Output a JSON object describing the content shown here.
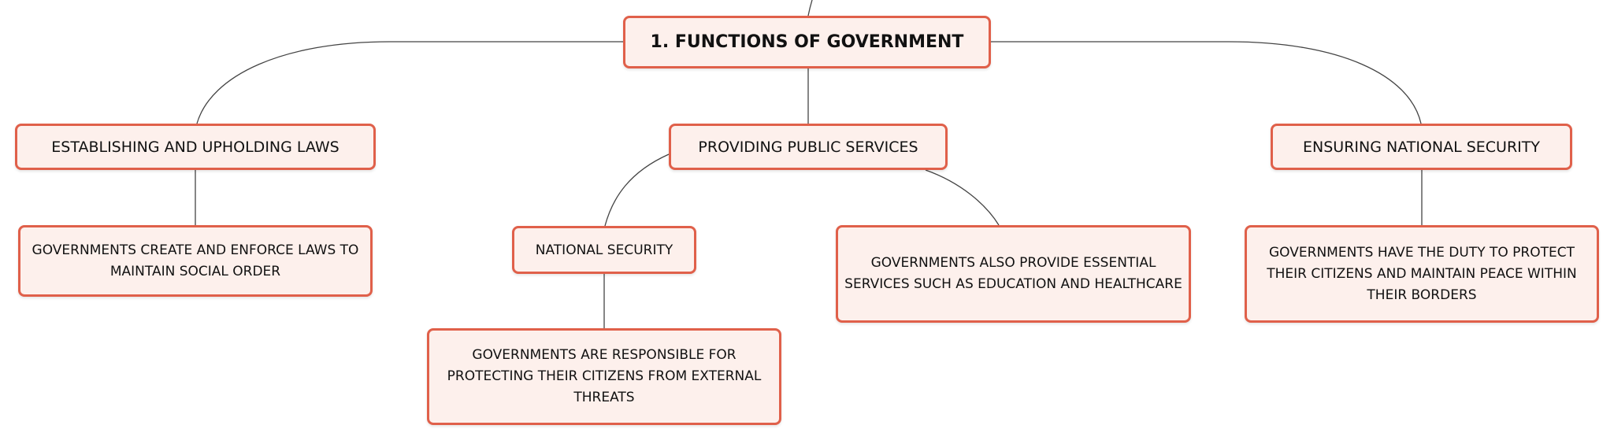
{
  "diagram": {
    "type": "mind-map",
    "root": {
      "label": "1. FUNCTIONS OF GOVERNMENT"
    },
    "branches": [
      {
        "label": "ESTABLISHING AND UPHOLDING LAWS",
        "children": [
          {
            "label": "GOVERNMENTS CREATE AND ENFORCE LAWS TO MAINTAIN SOCIAL ORDER"
          }
        ]
      },
      {
        "label": "PROVIDING PUBLIC SERVICES",
        "children": [
          {
            "label": "NATIONAL SECURITY",
            "children": [
              {
                "label": "GOVERNMENTS ARE RESPONSIBLE FOR PROTECTING THEIR CITIZENS FROM EXTERNAL THREATS"
              }
            ]
          },
          {
            "label": "GOVERNMENTS ALSO PROVIDE ESSENTIAL SERVICES SUCH AS EDUCATION AND HEALTHCARE"
          }
        ]
      },
      {
        "label": "ENSURING NATIONAL SECURITY",
        "children": [
          {
            "label": "GOVERNMENTS HAVE THE DUTY TO PROTECT THEIR CITIZENS AND MAINTAIN PEACE WITHIN THEIR BORDERS"
          }
        ]
      }
    ]
  },
  "colors": {
    "node_border": "#e0604a",
    "node_fill": "#fdf0ec",
    "connector": "#444444",
    "text": "#111111"
  }
}
